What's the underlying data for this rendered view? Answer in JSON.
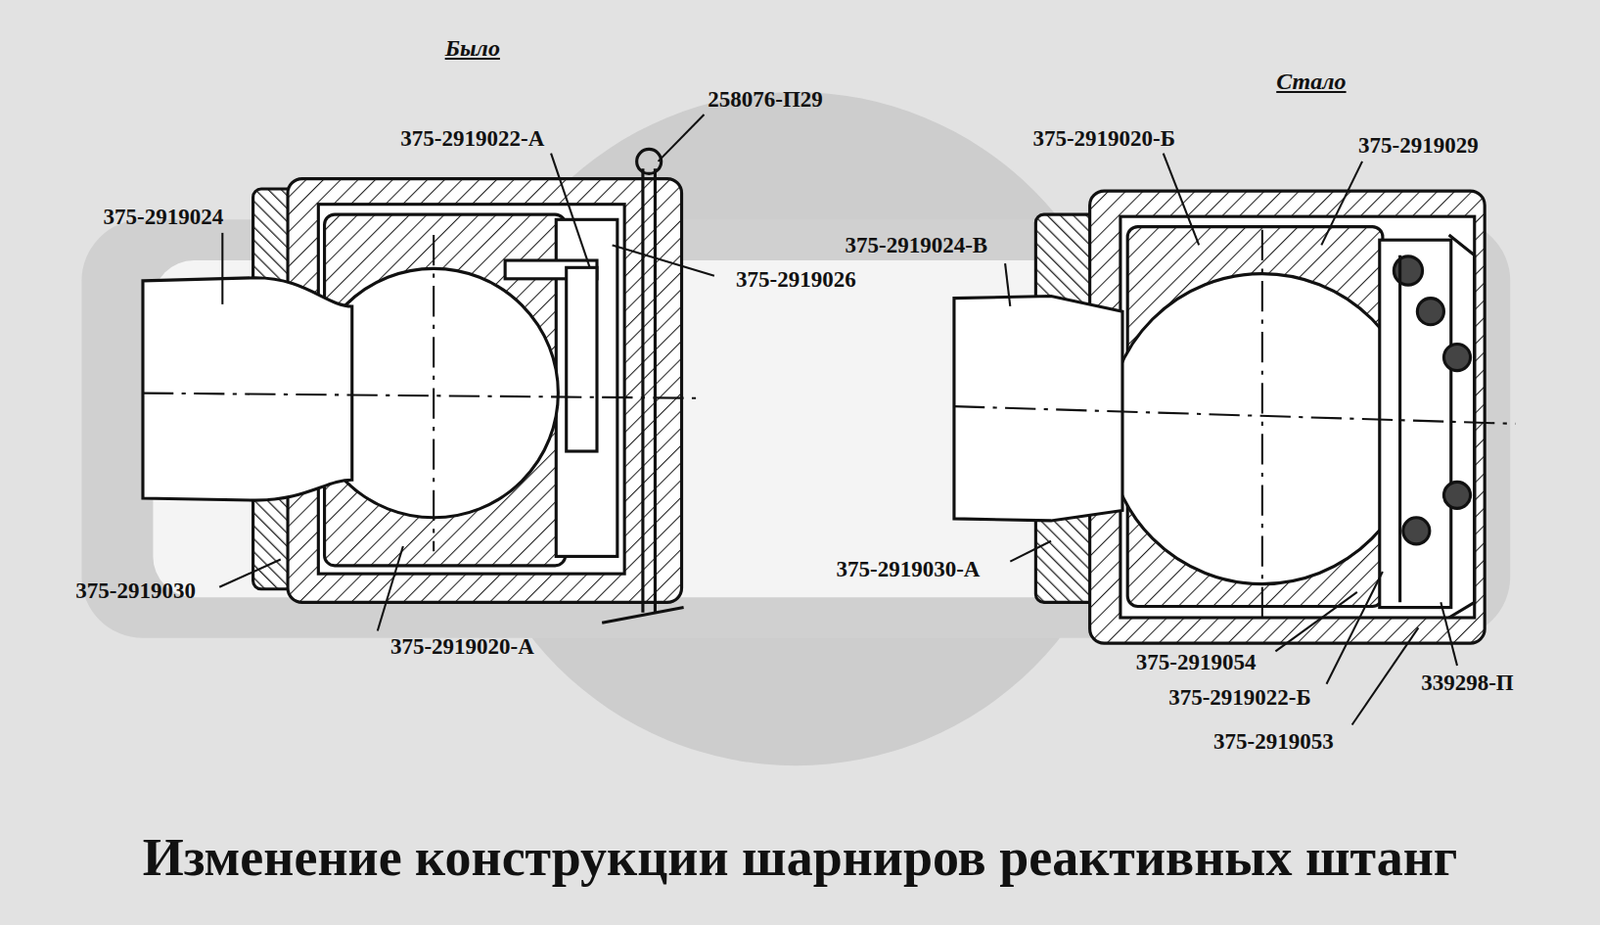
{
  "diagram": {
    "title": "Изменение конструкции шарниров реактивных штанг",
    "labels": [
      "Было",
      "Стало",
      "258076-П29",
      "375-2919022-А",
      "375-2919024",
      "375-2919026",
      "375-2919030",
      "375-2919020-А",
      "375-2919020-Б",
      "375-2919029",
      "375-2919024-В",
      "375-2919030-А",
      "375-2919054",
      "375-2919022-Б",
      "375-2919053",
      "339298-П"
    ]
  }
}
